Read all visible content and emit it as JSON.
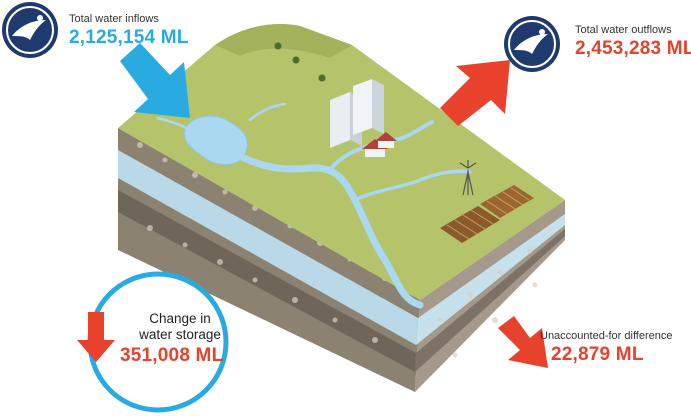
{
  "inflows": {
    "label": "Total water inflows",
    "value": "2,125,154 ML"
  },
  "outflows": {
    "label": "Total water outflows",
    "value": "2,453,283 ML"
  },
  "storage": {
    "label_line1": "Change in",
    "label_line2": "water storage",
    "value": "351,008 ML"
  },
  "unaccounted": {
    "label": "Unaccounted-for difference",
    "value": "22,879 ML"
  },
  "colors": {
    "inflow_blue": "#29abe2",
    "outflow_red": "#e8412c",
    "badge_navy": "#1f3b6e",
    "land_green": "#b5c46a",
    "water_blue": "#a9d8f0"
  },
  "icons": [
    "water-bird-badge-icon",
    "inflow-arrow-icon",
    "outflow-arrow-icon",
    "storage-decrease-arrow-icon",
    "unaccounted-arrow-icon"
  ]
}
